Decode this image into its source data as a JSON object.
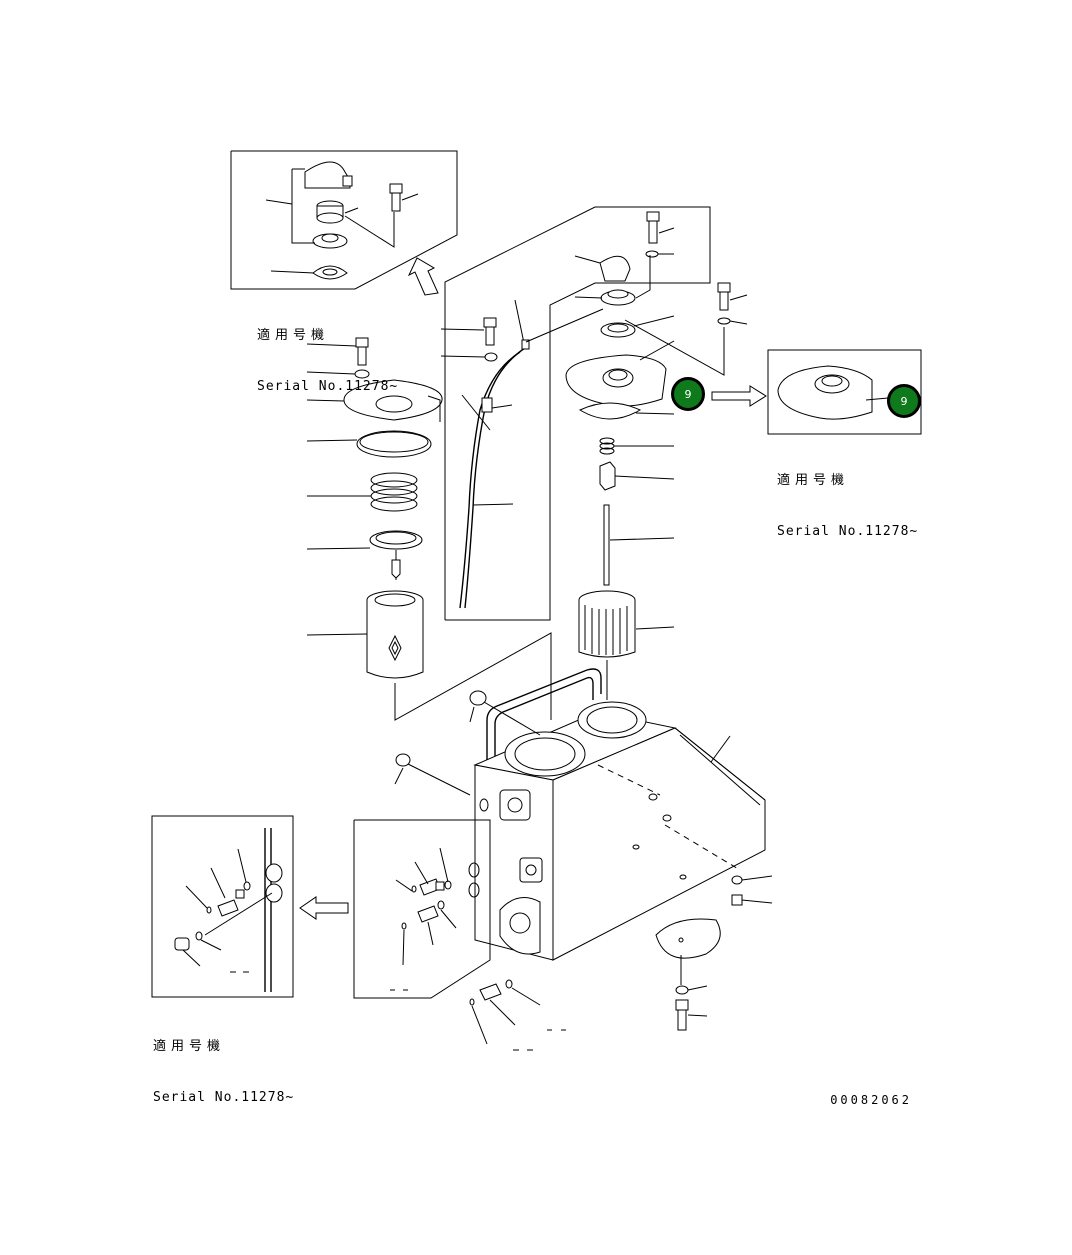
{
  "callouts": {
    "top_left": {
      "applicable_jp": "適用号機",
      "serial": "Serial No.11278~"
    },
    "right": {
      "applicable_jp": "適用号機",
      "serial": "Serial No.11278~"
    },
    "bottom_left": {
      "applicable_jp": "適用号機",
      "serial": "Serial No.11278~"
    }
  },
  "badges": [
    {
      "label": "9",
      "color": "#0e7a1b"
    },
    {
      "label": "9",
      "color": "#0e7a1b"
    }
  ],
  "document_number": "00082062",
  "colors": {
    "ink": "#000000",
    "badge_fill": "#0e7a1b",
    "background": "#ffffff"
  }
}
